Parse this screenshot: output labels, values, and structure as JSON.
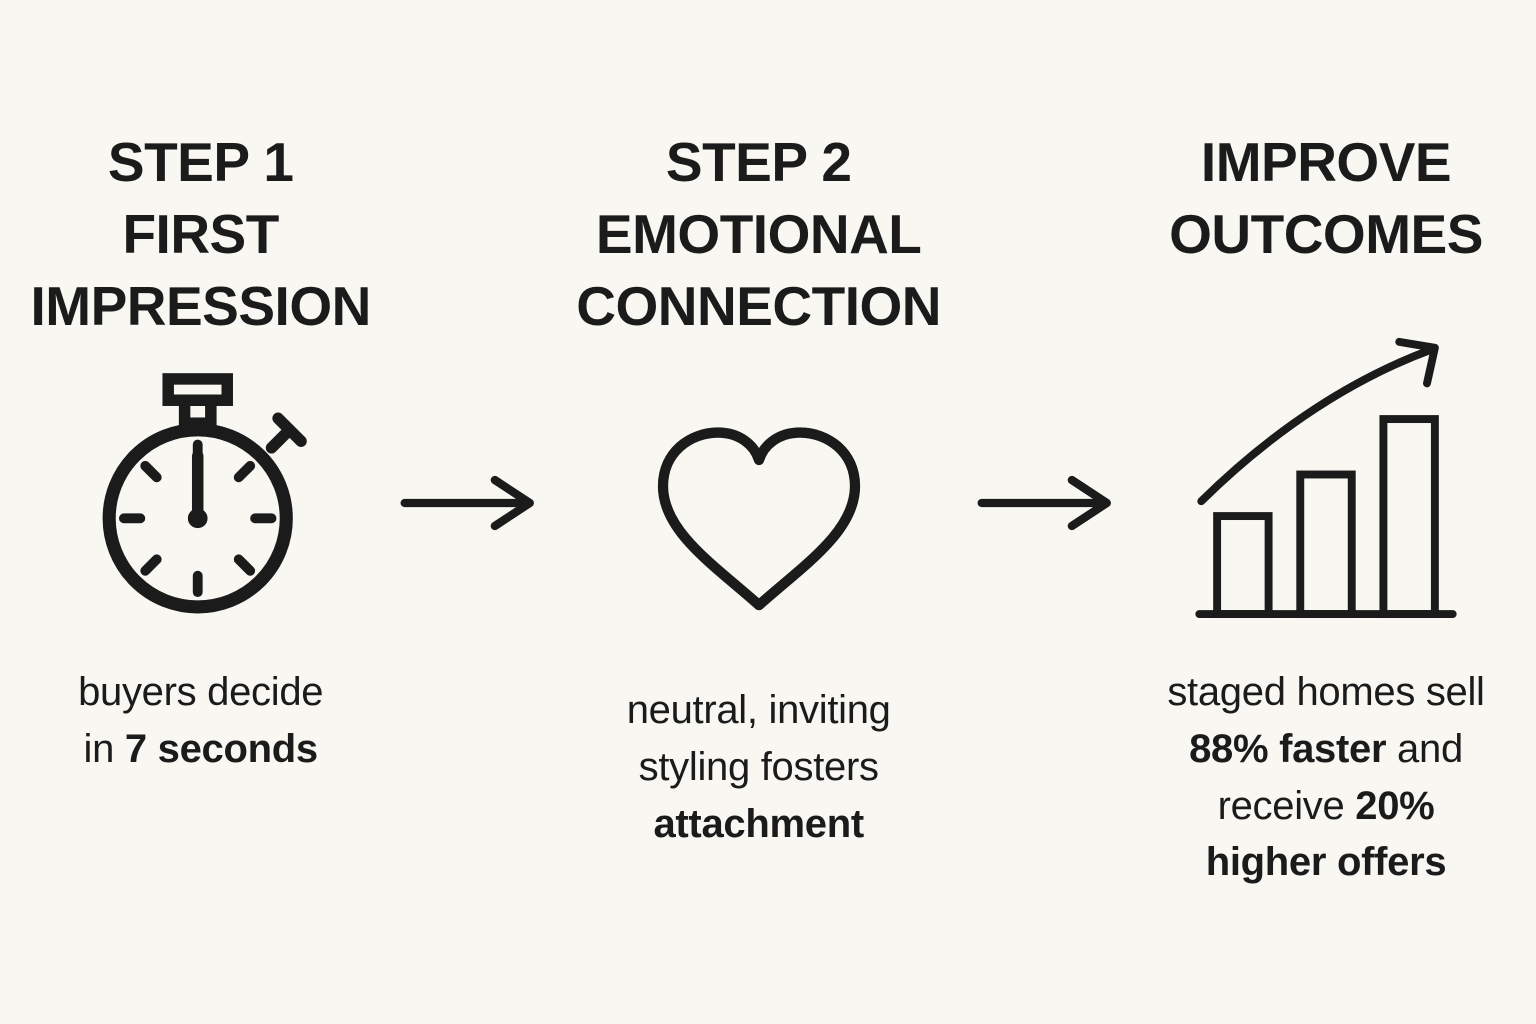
{
  "palette": {
    "background": "#f8f7f2",
    "ink": "#1b1b1b"
  },
  "diagram_type": "three-step process infographic",
  "columns": [
    {
      "id": "step-1",
      "heading_lines": [
        "STEP 1",
        "FIRST",
        "IMPRESSION"
      ],
      "icon": "stopwatch-icon",
      "caption": [
        [
          "buyers decide"
        ],
        [
          "in ",
          "7 seconds"
        ]
      ],
      "caption_bold_phrases": [
        "7 seconds"
      ]
    },
    {
      "id": "step-2",
      "heading_lines": [
        "STEP 2",
        "EMOTIONAL",
        "CONNECTION"
      ],
      "icon": "heart-icon",
      "caption": [
        [
          "neutral, inviting"
        ],
        [
          "styling fosters"
        ],
        [
          "attachment"
        ]
      ],
      "caption_bold_phrases": [
        "attachment"
      ]
    },
    {
      "id": "improve-outcomes",
      "heading_lines": [
        "IMPROVE",
        "OUTCOMES"
      ],
      "icon": "bar-chart-growth-icon",
      "caption": [
        [
          "staged homes sell"
        ],
        [
          "88% faster",
          " and"
        ],
        [
          "receive ",
          "20%"
        ],
        [
          "higher offers"
        ]
      ],
      "caption_bold_phrases": [
        "88% faster",
        "20%",
        "higher offers"
      ]
    }
  ],
  "connectors": [
    {
      "id": "connector-1",
      "icon": "arrow-right-icon"
    },
    {
      "id": "connector-2",
      "icon": "arrow-right-icon"
    }
  ]
}
